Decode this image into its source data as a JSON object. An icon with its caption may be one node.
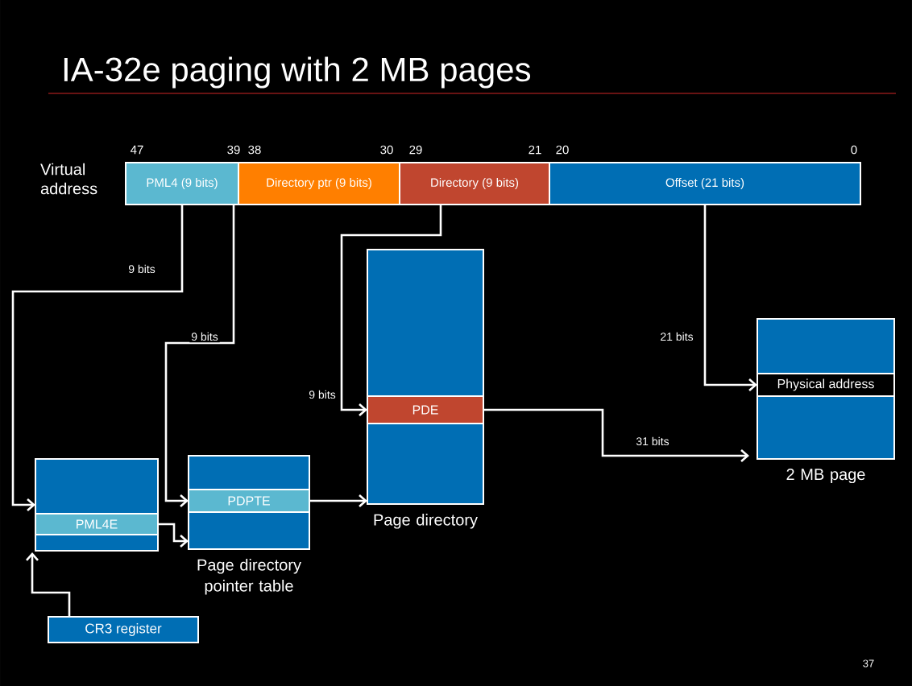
{
  "diagram": {
    "title": "IA-32e paging with 2 MB pages",
    "nodes": [
      {
        "text": [
          "PML4 (9 bits)"
        ]
      },
      {
        "text": [
          "Directory ptr (9 bits)"
        ]
      },
      {
        "text": [
          "Directory (9 bits)"
        ]
      },
      {
        "text": [
          "Offset (21 bits)"
        ]
      },
      {
        "text": [],
        "shape": "box"
      },
      {
        "text": [
          "PML4E"
        ],
        "in": 4
      },
      {
        "text": [
          "Page directory pointer table"
        ]
      },
      {
        "text": [
          "PDPTE"
        ],
        "in": 6
      },
      {
        "text": [
          "Page directory"
        ]
      },
      {
        "text": [
          "PDE"
        ],
        "in": 8
      },
      {
        "text": [
          "2 MB page"
        ]
      },
      {
        "text": [
          "Physical address"
        ],
        "in": 10
      },
      {
        "text": [
          "CR3 register"
        ]
      }
    ],
    "edges": [
      {
        "from": 0,
        "to": 4,
        "arrow": "to",
        "label": "9 bits"
      },
      {
        "from": 1,
        "to": 7,
        "arrow": "to",
        "label": "9 bits"
      },
      {
        "from": 2,
        "to": 9,
        "arrow": "to",
        "label": "9 bits"
      },
      {
        "from": 3,
        "to": 11,
        "arrow": "to",
        "label": "21 bits"
      },
      {
        "from": 5,
        "to": 6,
        "arrow": "to"
      },
      {
        "from": 7,
        "to": 8,
        "arrow": "to"
      },
      {
        "from": 9,
        "to": 10,
        "arrow": "to",
        "label": "31 bits"
      },
      {
        "from": 12,
        "to": 4,
        "arrow": "to"
      }
    ],
    "labels": [
      "Virtual address",
      "47",
      "39",
      "38",
      "30",
      "29",
      "21",
      "20",
      "0",
      "37"
    ]
  }
}
